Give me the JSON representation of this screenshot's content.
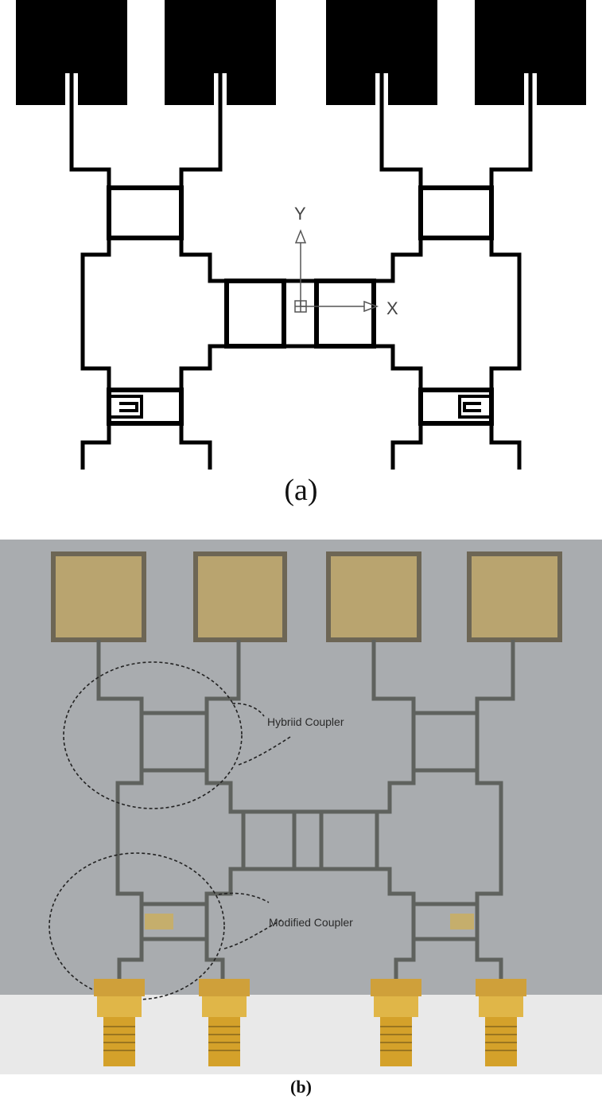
{
  "captions": {
    "a": "(a)",
    "b": "(b)"
  },
  "axes": {
    "x": "X",
    "y": "Y"
  },
  "annotations": {
    "hybrid": "Hybriid Coupler",
    "modified": "Modified Coupler"
  },
  "colors": {
    "trace": "#000000",
    "substrate": "#a9acaf",
    "copper": "#bca56a",
    "connector": "#d4a12a",
    "table": "#e9e9e9"
  }
}
